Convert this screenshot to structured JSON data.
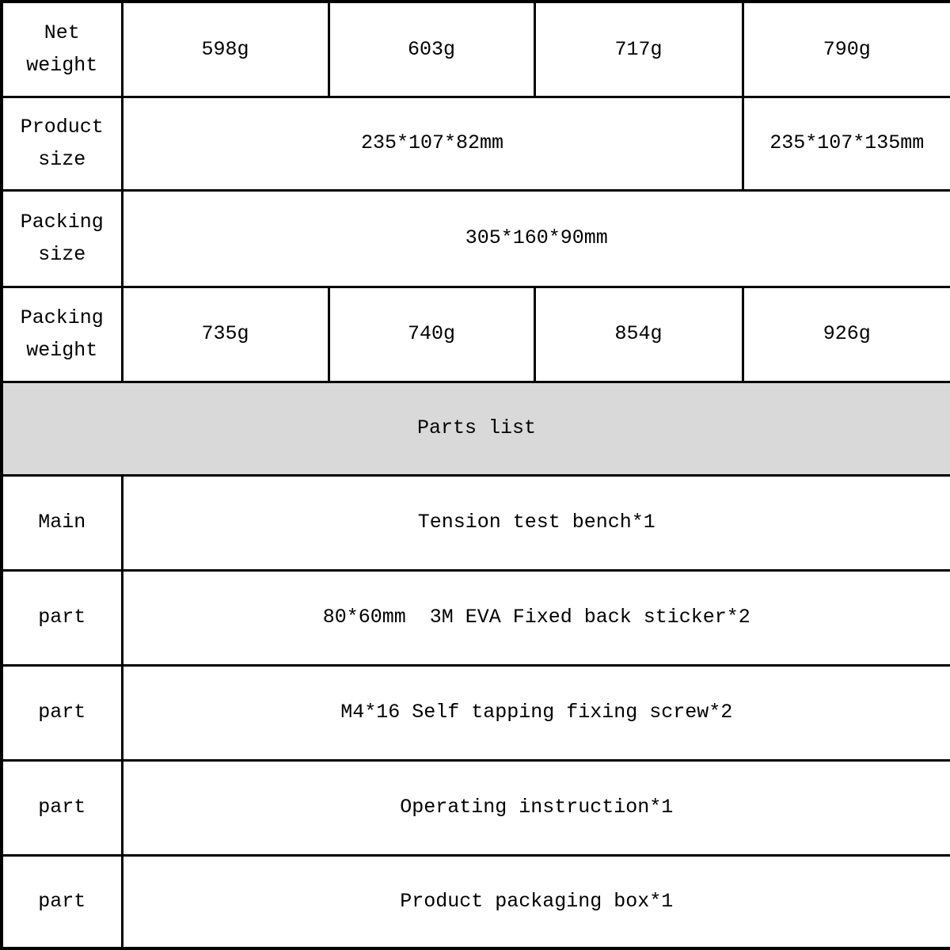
{
  "table": {
    "rows": [
      {
        "id": "net-weight",
        "label": "Net\nweight",
        "values": [
          "598g",
          "603g",
          "717g",
          "790g"
        ]
      },
      {
        "id": "product-size",
        "label": "Product\nsize",
        "values": [
          "235*107*82mm",
          "235*107*135mm"
        ]
      },
      {
        "id": "packing-size",
        "label": "Packing\nsize",
        "values": [
          "305*160*90mm"
        ]
      },
      {
        "id": "packing-weight",
        "label": "Packing\nweight",
        "values": [
          "735g",
          "740g",
          "854g",
          "926g"
        ]
      }
    ],
    "parts_section": {
      "header": "Parts list",
      "header_bg": "#d9d9d9",
      "items": [
        {
          "label": "Main",
          "value": "Tension test bench*1"
        },
        {
          "label": "part",
          "value": "80*60mm  3M EVA Fixed back sticker*2"
        },
        {
          "label": "part",
          "value": "M4*16 Self tapping fixing screw*2"
        },
        {
          "label": "part",
          "value": "Operating instruction*1"
        },
        {
          "label": "part",
          "value": "Product packaging box*1"
        }
      ]
    },
    "colors": {
      "border": "#000000",
      "background": "#ffffff",
      "text": "#000000",
      "header_band": "#d9d9d9"
    }
  }
}
